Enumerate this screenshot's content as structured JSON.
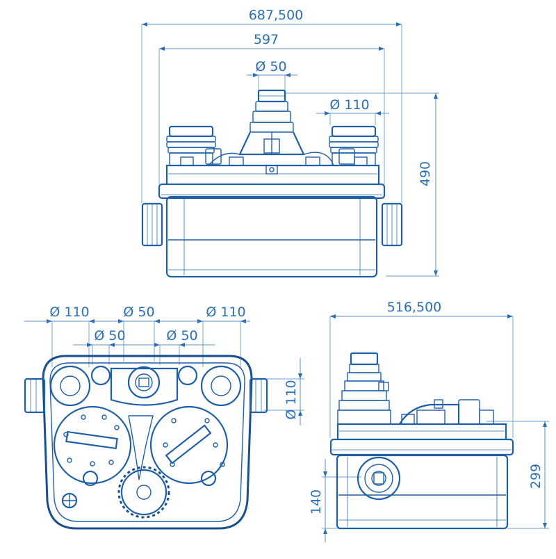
{
  "colors": {
    "line": "#1f5fa8",
    "text": "#2a6fb5",
    "background": "#ffffff"
  },
  "front_view": {
    "dim_overall_width": "687,500",
    "dim_body_width": "597",
    "dim_top_inlet": "Ø 50",
    "dim_side_inlet": "Ø 110",
    "dim_height": "490"
  },
  "top_view": {
    "dim_left_inlet": "Ø 110",
    "dim_center_inlet": "Ø 50",
    "dim_right_inlet": "Ø 110",
    "dim_left_small": "Ø 50",
    "dim_right_small": "Ø 50",
    "dim_side_port": "Ø 110"
  },
  "side_view": {
    "dim_depth": "516,500",
    "dim_upper_height": "299",
    "dim_lower_height": "140"
  }
}
